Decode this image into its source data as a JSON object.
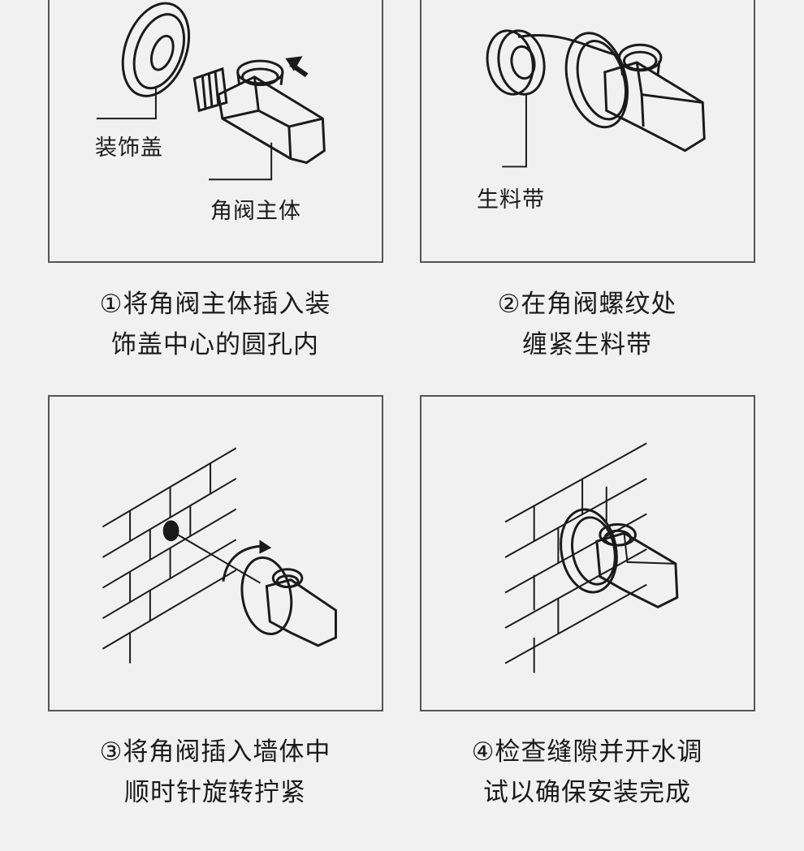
{
  "steps": [
    {
      "caption_line1": "①将角阀主体插入装",
      "caption_line2": "饰盖中心的圆孔内",
      "labels": {
        "cover": "装饰盖",
        "body": "角阀主体"
      }
    },
    {
      "caption_line1": "②在角阀螺纹处",
      "caption_line2": "缠紧生料带",
      "labels": {
        "tape": "生料带"
      }
    },
    {
      "caption_line1": "③将角阀插入墙体中",
      "caption_line2": "顺时针旋转拧紧"
    },
    {
      "caption_line1": "④检查缝隙并开水调",
      "caption_line2": "试以确保安装完成"
    }
  ],
  "colors": {
    "background": "#f1f1f1",
    "line": "#1a1a1a",
    "frame": "#555555"
  }
}
